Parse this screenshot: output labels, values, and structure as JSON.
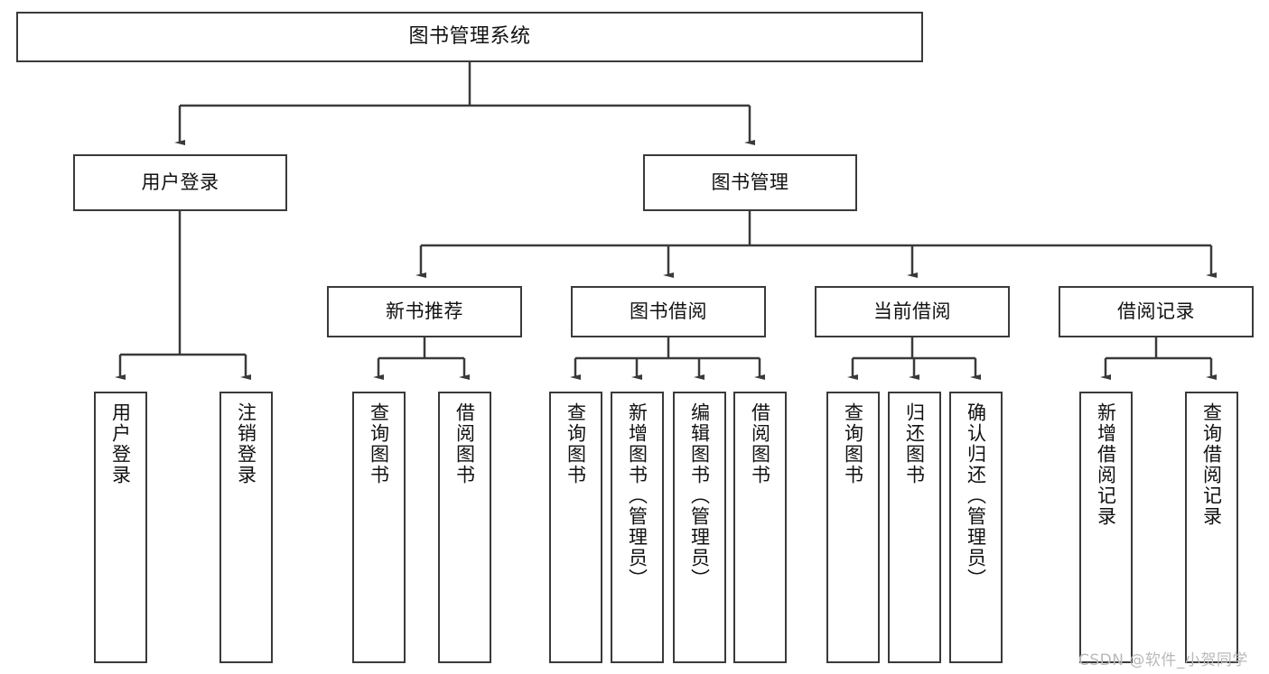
{
  "diagram": {
    "type": "tree-hierarchy",
    "title": "图书管理系统",
    "watermark": "CSDN @软件_小贺同学",
    "colors": {
      "stroke": "#3a3a3a",
      "fill": "#ffffff",
      "text": "#111111",
      "watermark": "#b9b9b9"
    },
    "nodes": {
      "root": {
        "label": "图书管理系统"
      },
      "level2": [
        {
          "label": "用户登录"
        },
        {
          "label": "图书管理"
        }
      ],
      "level3": [
        {
          "label": "新书推荐"
        },
        {
          "label": "图书借阅"
        },
        {
          "label": "当前借阅"
        },
        {
          "label": "借阅记录"
        }
      ],
      "leaves": {
        "user_login": [
          {
            "label": "用户登录"
          },
          {
            "label": "注销登录"
          }
        ],
        "new_book": [
          {
            "label": "查询图书"
          },
          {
            "label": "借阅图书"
          }
        ],
        "book_borrow": [
          {
            "label": "查询图书"
          },
          {
            "label": "新增图书（管理员）"
          },
          {
            "label": "编辑图书（管理员）"
          },
          {
            "label": "借阅图书"
          }
        ],
        "current_borrow": [
          {
            "label": "查询图书"
          },
          {
            "label": "归还图书"
          },
          {
            "label": "确认归还（管理员）"
          }
        ],
        "borrow_record": [
          {
            "label": "新增借阅记录"
          },
          {
            "label": "查询借阅记录"
          }
        ]
      }
    }
  }
}
